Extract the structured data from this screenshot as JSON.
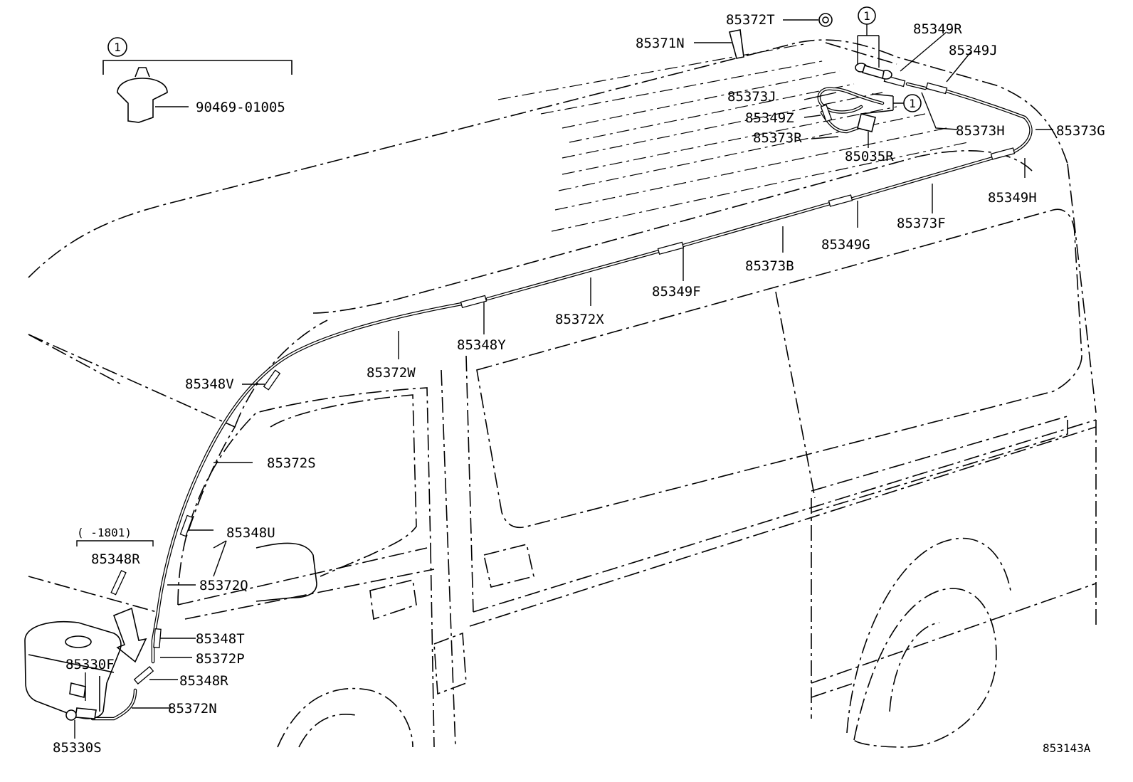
{
  "diagram_id": "853143A",
  "clip_callout": {
    "number": "1",
    "part": "90469-01005"
  },
  "date_range": "(    -1801)",
  "parts": {
    "p85372T": "85372T",
    "p85371N": "85371N",
    "p85349R": "85349R",
    "p85349J": "85349J",
    "p85373J": "85373J",
    "p85349Z": "85349Z",
    "p85373R": "85373R",
    "p85035R": "85035R",
    "p85373H": "85373H",
    "p85373G": "85373G",
    "p85349H": "85349H",
    "p85373F": "85373F",
    "p85349G": "85349G",
    "p85373B": "85373B",
    "p85349F": "85349F",
    "p85372X": "85372X",
    "p85348Y": "85348Y",
    "p85372W": "85372W",
    "p85348V": "85348V",
    "p85372S": "85372S",
    "p85348U": "85348U",
    "p85372Q": "85372Q",
    "p85348R_top": "85348R",
    "p85348T": "85348T",
    "p85372P": "85372P",
    "p85330F": "85330F",
    "p85348R": "85348R",
    "p85372N": "85372N",
    "p85330S": "85330S"
  },
  "circle_marker": "1"
}
